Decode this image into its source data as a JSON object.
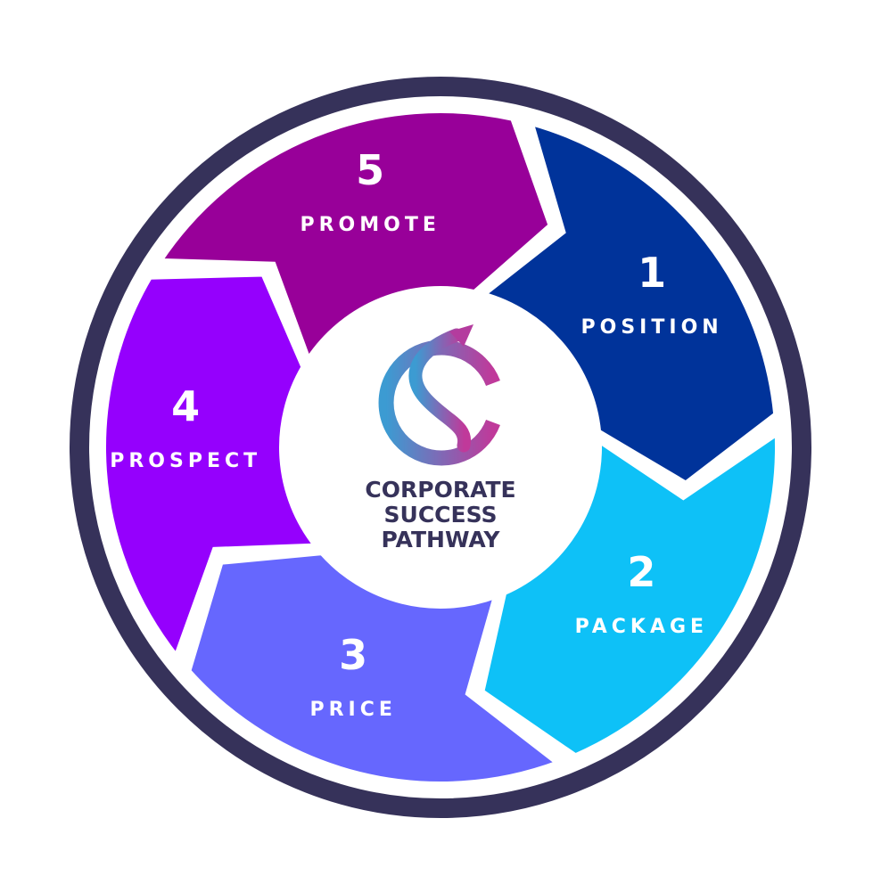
{
  "title": {
    "lines": [
      "CORPORATE",
      "SUCCESS",
      "PATHWAY"
    ],
    "color": "#36325a"
  },
  "logo": {
    "icon": "cs-arrow-logo-icon",
    "gradient_start": "#3c9bd2",
    "gradient_end": "#c0399a"
  },
  "ring_color": "#36325a",
  "steps": [
    {
      "number": "1",
      "label": "POSITION",
      "color": "#00339a"
    },
    {
      "number": "2",
      "label": "PACKAGE",
      "color": "#0ec1f7"
    },
    {
      "number": "3",
      "label": "PRICE",
      "color": "#6667fe"
    },
    {
      "number": "4",
      "label": "PROSPECT",
      "color": "#9500fd"
    },
    {
      "number": "5",
      "label": "PROMOTE",
      "color": "#980099"
    }
  ]
}
